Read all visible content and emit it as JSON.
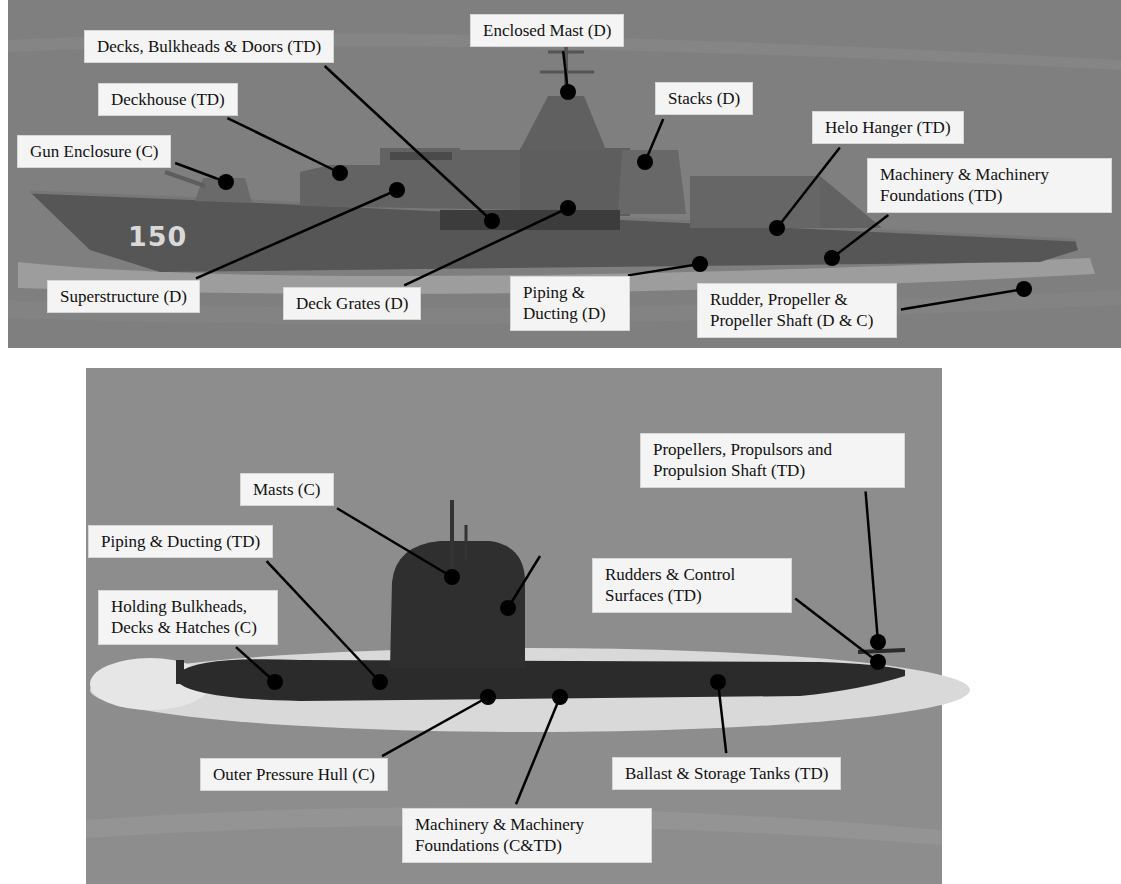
{
  "diagram": {
    "nodes": [
      {
        "text": [
          "Enclosed Mast (D)"
        ]
      },
      {
        "text": [
          "Decks, Bulkheads & Doors (TD)"
        ]
      },
      {
        "text": [
          "Deckhouse (TD)"
        ]
      },
      {
        "text": [
          "Stacks (D)"
        ]
      },
      {
        "text": [
          "Helo Hanger (TD)"
        ]
      },
      {
        "text": [
          "Gun Enclosure (C)"
        ]
      },
      {
        "text": [
          "Machinery & Machinery Foundations (TD)"
        ]
      },
      {
        "text": [
          "Superstructure (D)"
        ]
      },
      {
        "text": [
          "Deck Grates (D)"
        ]
      },
      {
        "text": [
          "Piping & Ducting (D)"
        ]
      },
      {
        "text": [
          "Rudder, Propeller & Propeller Shaft (D & C)"
        ]
      },
      {
        "text": [
          "Masts (C)"
        ]
      },
      {
        "text": [
          "Propellers, Propulsors and Propulsion Shaft (TD)"
        ]
      },
      {
        "text": [
          "Piping & Ducting (TD)"
        ]
      },
      {
        "text": [
          "Rudders & Control Surfaces (TD)"
        ]
      },
      {
        "text": [
          "Holding Bulkheads, Decks & Hatches (C)"
        ]
      },
      {
        "text": [
          "Outer Pressure Hull (C)"
        ]
      },
      {
        "text": [
          "Ballast & Storage Tanks (TD)"
        ]
      },
      {
        "text": [
          "Machinery & Machinery Foundations (C&TD)"
        ]
      }
    ],
    "labels": [
      "150"
    ]
  }
}
